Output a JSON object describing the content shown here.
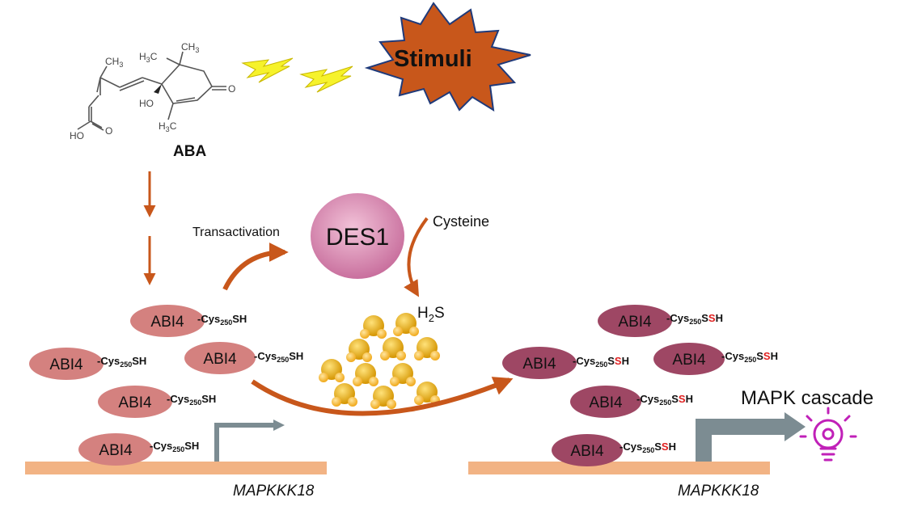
{
  "molecule": {
    "name": "ABA",
    "atoms": {
      "ch3_top": "CH",
      "ch3_top_sub": "3",
      "h3c_ring": "H",
      "h3c_ring_sub": "3",
      "h3c_ring_tail": "C",
      "oh_ring": "HO",
      "ch3_bottom": "CH",
      "ch3_bottom_sub": "3",
      "o_ketone": "O",
      "acid_ho": "HO",
      "acid_o": "O"
    }
  },
  "stimuli": {
    "label": "Stimuli",
    "fill": "#c8571b",
    "stroke": "#1f3a7a"
  },
  "lightning_color": "#f6f22b",
  "des1": {
    "label": "DES1",
    "fill": "#d98fb4"
  },
  "texts": {
    "transactivation": "Transactivation",
    "cysteine": "Cysteine",
    "h2s": {
      "base": "H",
      "sub": "2",
      "tail": "S"
    },
    "mapk_cascade": "MAPK cascade",
    "gene_left": "MAPKKK18",
    "gene_right": "MAPKKK18"
  },
  "abi4": {
    "label": "ABI4",
    "cys_prefix": "-Cys",
    "cys_sub": "250",
    "sh": "SH",
    "ssh_s1": "S",
    "ssh_s2": "S",
    "ssh_h": "H"
  },
  "colors": {
    "arrow": "#c8571b",
    "abi4_light": "#d4817f",
    "abi4_dark": "#9e4764",
    "dna": "#f2b384",
    "gene_arrow": "#7c8c92",
    "sulfur": "#f0b221",
    "persulfide_red": "#e02020",
    "bulb": "#c020b8"
  }
}
